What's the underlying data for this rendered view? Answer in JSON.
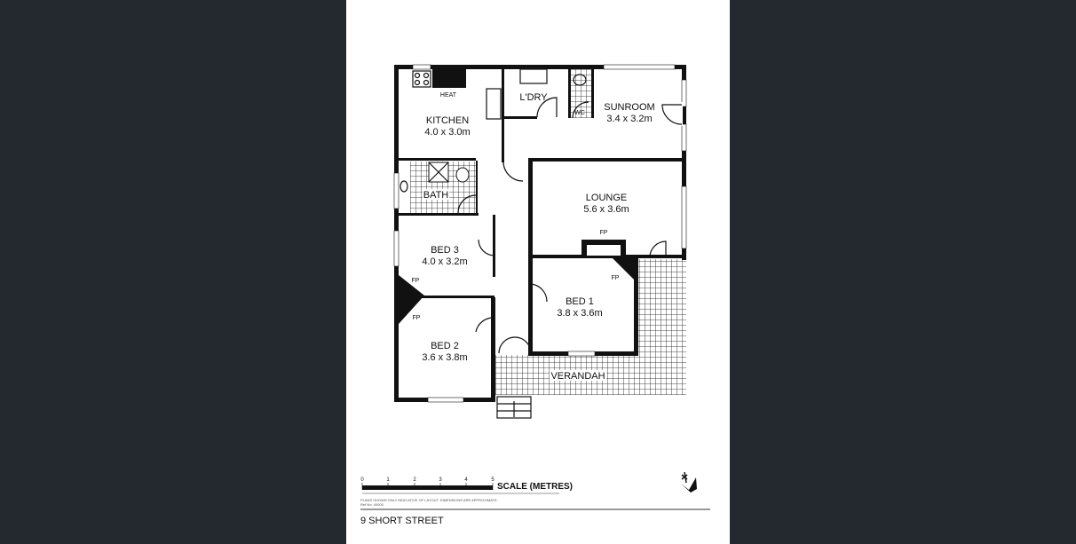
{
  "plan": {
    "rooms": {
      "kitchen": {
        "name": "KITCHEN",
        "size": "4.0 x 3.0m"
      },
      "laundry": {
        "name": "L'DRY"
      },
      "wc": {
        "name": "WC"
      },
      "sunroom": {
        "name": "SUNROOM",
        "size": "3.4 x 3.2m"
      },
      "bath": {
        "name": "BATH"
      },
      "lounge": {
        "name": "LOUNGE",
        "size": "5.6 x 3.6m"
      },
      "bed3": {
        "name": "BED 3",
        "size": "4.0 x 3.2m"
      },
      "bed1": {
        "name": "BED 1",
        "size": "3.8 x 3.6m"
      },
      "bed2": {
        "name": "BED 2",
        "size": "3.6 x 3.8m"
      },
      "verandah": {
        "name": "VERANDAH"
      }
    },
    "labels": {
      "heat": "HEAT",
      "fp": "FP"
    }
  },
  "scale": {
    "ticks": [
      "0",
      "1",
      "2",
      "3",
      "4",
      "5"
    ],
    "title": "SCALE (METRES)"
  },
  "disclaimer": "PLANS SHOWN ONLY INDICATIVE OF LAYOUT. DIMENSIONS ARE APPROXIMATE.",
  "ref": "Ref No: 40000",
  "address": "9 SHORT STREET"
}
